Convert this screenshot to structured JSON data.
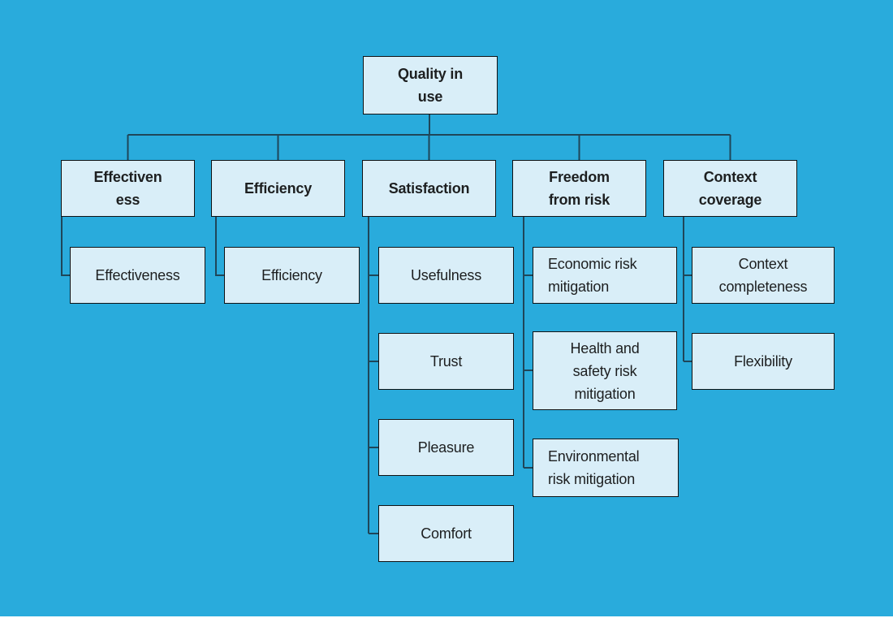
{
  "colors": {
    "background": "#29ABDC",
    "box_fill": "#D9EEF8",
    "box_border": "#101214",
    "connector": "#1F4659",
    "text": "#1D1F20",
    "bottom_edge": "#FFFFFF"
  },
  "tree": {
    "root": {
      "label": "Quality in\nuse"
    },
    "branches": [
      {
        "label": "Effectiven\ness",
        "children": [
          {
            "label": "Effectiveness"
          }
        ]
      },
      {
        "label": "Efficiency",
        "children": [
          {
            "label": "Efficiency"
          }
        ]
      },
      {
        "label": "Satisfaction",
        "children": [
          {
            "label": "Usefulness"
          },
          {
            "label": "Trust"
          },
          {
            "label": "Pleasure"
          },
          {
            "label": "Comfort"
          }
        ]
      },
      {
        "label": "Freedom\nfrom risk",
        "children": [
          {
            "label": "Economic risk\nmitigation"
          },
          {
            "label": "Health and\nsafety risk\nmitigation"
          },
          {
            "label": "Environmental\nrisk mitigation"
          }
        ]
      },
      {
        "label": "Context\ncoverage",
        "children": [
          {
            "label": "Context\ncompleteness"
          },
          {
            "label": "Flexibility"
          }
        ]
      }
    ]
  }
}
